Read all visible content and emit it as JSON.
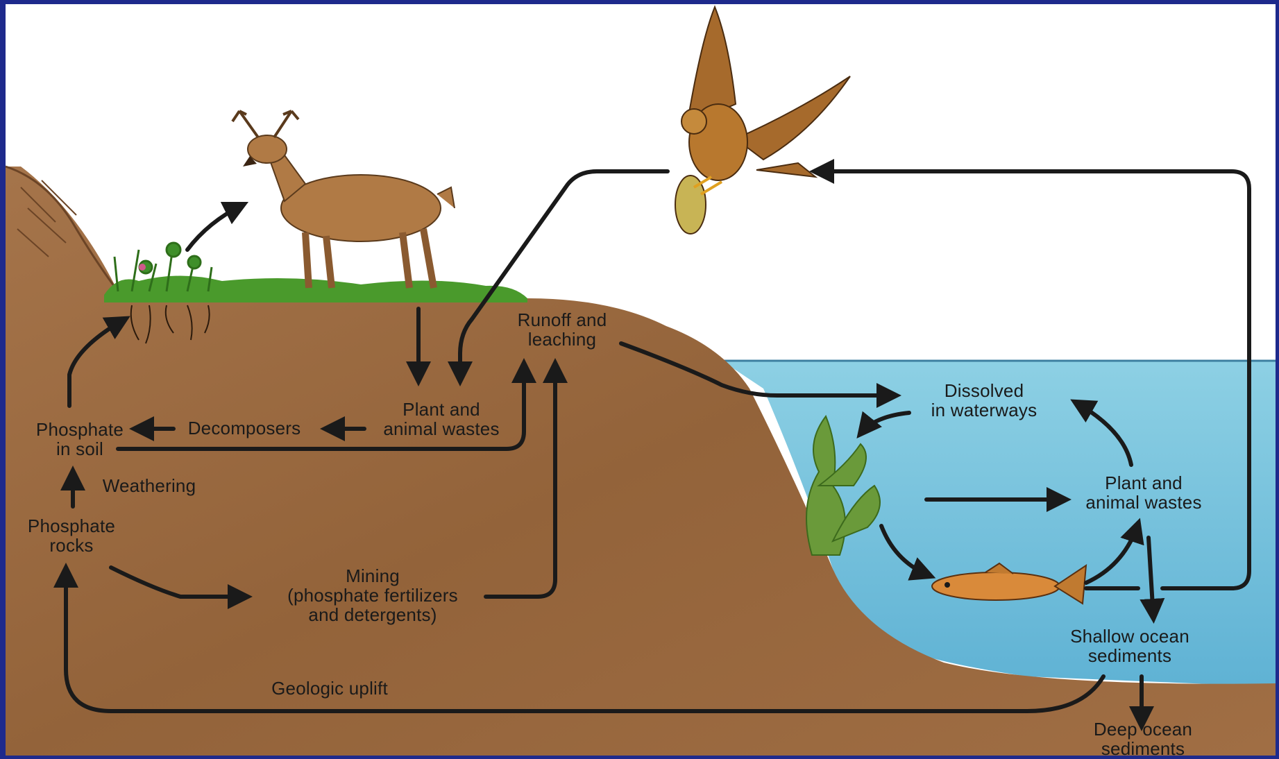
{
  "labels": {
    "runoff": "Runoff and\nleaching",
    "dissolved": "Dissolved\nin waterways",
    "plant_wastes_land": "Plant and\nanimal wastes",
    "plant_wastes_water": "Plant and\nanimal wastes",
    "phosphate_soil": "Phosphate\nin soil",
    "decomposers": "Decomposers",
    "weathering": "Weathering",
    "phosphate_rocks": "Phosphate\nrocks",
    "mining": "Mining\n(phosphate fertilizers\nand detergents)",
    "geologic_uplift": "Geologic uplift",
    "shallow_sediments": "Shallow ocean\nsediments",
    "deep_sediments": "Deep ocean sediments"
  },
  "colors": {
    "frame": "#1e2a8c",
    "sky": "#ffffff",
    "soil": "#9a6a3e",
    "soil_dark": "#7e5230",
    "water": "#7fc6dc",
    "grass": "#4a9a2c",
    "arrow": "#1a1a1a"
  },
  "icons": [
    "deer-icon",
    "hawk-icon",
    "fish-icon",
    "seaweed-icon",
    "plants-icon"
  ]
}
